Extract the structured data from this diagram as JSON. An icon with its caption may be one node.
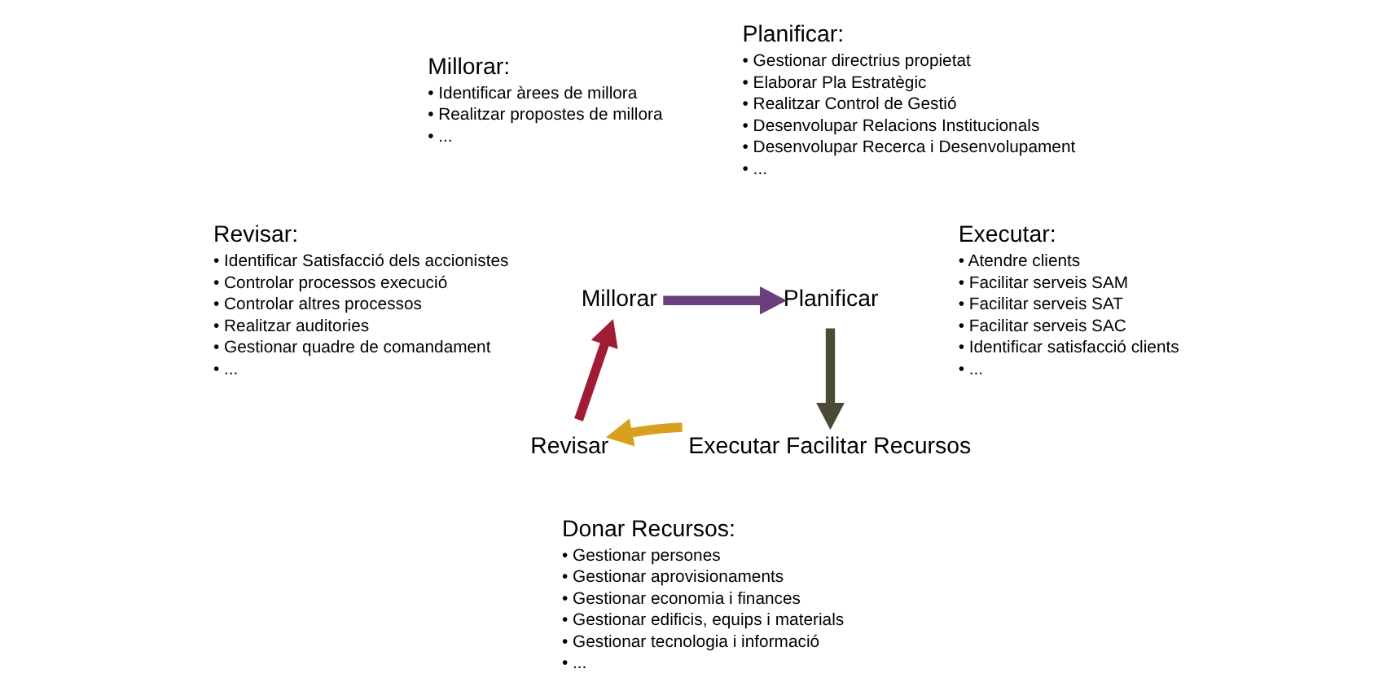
{
  "diagram": {
    "nodes": [
      {
        "text": [
          "Planificar:",
          "• Gestionar directrius propietat",
          "• Elaborar Pla Estratègic",
          "• Realitzar Control de Gestió",
          "• Desenvolupar Relacions Institucionals",
          "• Desenvolupar Recerca i Desenvolupament",
          "• ..."
        ]
      },
      {
        "text": [
          "Millorar:",
          "• Identificar àrees de millora",
          "• Realitzar propostes de millora",
          "• ..."
        ]
      },
      {
        "text": [
          "Revisar:",
          "• Identificar Satisfacció dels accionistes",
          "• Controlar processos execució",
          "• Controlar altres processos",
          "• Realitzar auditories",
          "• Gestionar quadre de comandament",
          "• ..."
        ]
      },
      {
        "text": [
          "Millorar"
        ]
      },
      {
        "text": [
          "Planificar"
        ]
      },
      {
        "text": [
          "Executar:",
          "• Atendre clients",
          "• Facilitar serveis SAM",
          "• Facilitar serveis SAT",
          "• Facilitar serveis SAC",
          "• Identificar satisfacció clients",
          "• ..."
        ]
      },
      {
        "text": [
          "Executar Facilitar Recursos"
        ]
      },
      {
        "text": [
          "Revisar"
        ]
      },
      {
        "text": [
          "Donar Recursos:",
          "• Gestionar persones",
          "• Gestionar aprovisionaments",
          "• Gestionar economia i finances",
          "• Gestionar edificis, equips i materials",
          "• Gestionar tecnologia i informació",
          "• ..."
        ]
      }
    ],
    "edges": [
      {
        "from": 3,
        "to": 4,
        "arrow": "to",
        "color": "#6b3f7d"
      },
      {
        "from": 4,
        "to": 6,
        "arrow": "to",
        "color": "#4a4a35"
      },
      {
        "from": 6,
        "to": 7,
        "arrow": "to",
        "color": "#d9a020"
      },
      {
        "from": 7,
        "to": 3,
        "arrow": "to",
        "color": "#a01c35"
      }
    ]
  }
}
